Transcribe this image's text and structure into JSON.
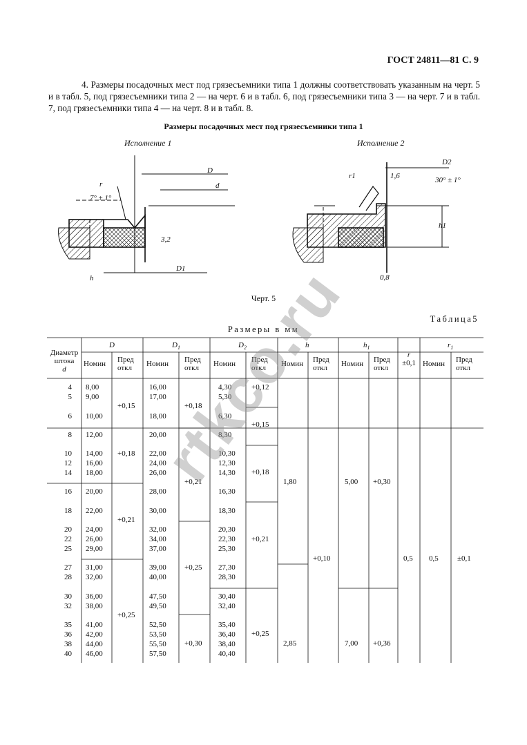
{
  "header": {
    "text": "ГОСТ 24811—81 С. 9"
  },
  "paragraph": "4. Размеры посадочных мест под грязесъемники типа 1 должны соответствовать указанным на черт. 5 и в табл. 5, под грязесъемники типа 2 — на черт. 6 и в табл. 6, под грязесъемники типа 3 — на черт. 7 и в табл. 7, под грязесъемники типа 4 — на черт. 8 и в табл. 8.",
  "figure": {
    "title": "Размеры посадочных мест под грязесъемники типа 1",
    "variant1": "Исполнение 1",
    "variant2": "Исполнение 2",
    "caption": "Черт. 5",
    "labels": {
      "D": "D",
      "d": "d",
      "r": "r",
      "angle1": "7° ± 1°",
      "D1": "D1",
      "h": "h",
      "D2": "D2",
      "r1": "r1",
      "angle2": "30° ± 1°",
      "h1": "h1",
      "rough32": "3,2",
      "rough16": "1,6",
      "rough08": "0,8"
    }
  },
  "table": {
    "name": "Таблица5",
    "units": "Размеры в мм",
    "headers": {
      "diam": [
        "Диаметр",
        "штока",
        "d"
      ],
      "D": "D",
      "D1": "D",
      "D1sub": "1",
      "D2": "D",
      "D2sub": "2",
      "h": "h",
      "h1": "h",
      "h1sub": "1",
      "r": "r",
      "r_tol": "±0,1",
      "r1": "r",
      "r1sub": "1",
      "nom": "Номин",
      "tol": [
        "Пред",
        "откл"
      ]
    },
    "rows": [
      {
        "d": "4",
        "D": "8,00",
        "D1": "16,00",
        "D2": "4,30"
      },
      {
        "d": "5",
        "D": "9,00",
        "D1": "17,00",
        "D2": "5,30"
      },
      {
        "d": "6",
        "D": "10,00",
        "D1": "18,00",
        "D2": "6,30"
      },
      {
        "d": "8",
        "D": "12,00",
        "D1": "20,00",
        "D2": "8,30"
      },
      {
        "d": "10",
        "D": "14,00",
        "D1": "22,00",
        "D2": "10,30"
      },
      {
        "d": "12",
        "D": "16,00",
        "D1": "24,00",
        "D2": "12,30"
      },
      {
        "d": "14",
        "D": "18,00",
        "D1": "26,00",
        "D2": "14,30"
      },
      {
        "d": "16",
        "D": "20,00",
        "D1": "28,00",
        "D2": "16,30"
      },
      {
        "d": "18",
        "D": "22,00",
        "D1": "30,00",
        "D2": "18,30"
      },
      {
        "d": "20",
        "D": "24,00",
        "D1": "32,00",
        "D2": "20,30"
      },
      {
        "d": "22",
        "D": "26,00",
        "D1": "34,00",
        "D2": "22,30"
      },
      {
        "d": "25",
        "D": "29,00",
        "D1": "37,00",
        "D2": "25,30"
      },
      {
        "d": "27",
        "D": "31,00",
        "D1": "39,00",
        "D2": "27,30"
      },
      {
        "d": "28",
        "D": "32,00",
        "D1": "40,00",
        "D2": "28,30"
      },
      {
        "d": "30",
        "D": "36,00",
        "D1": "47,50",
        "D2": "30,40"
      },
      {
        "d": "32",
        "D": "38,00",
        "D1": "49,50",
        "D2": "32,40"
      },
      {
        "d": "35",
        "D": "41,00",
        "D1": "52,50",
        "D2": "35,40"
      },
      {
        "d": "36",
        "D": "42,00",
        "D1": "53,50",
        "D2": "36,40"
      },
      {
        "d": "38",
        "D": "44,00",
        "D1": "55,50",
        "D2": "38,40"
      },
      {
        "d": "40",
        "D": "46,00",
        "D1": "57,50",
        "D2": "40,40"
      }
    ],
    "tolerances": {
      "D": [
        "+0,15",
        "+0,18",
        "+0,21",
        "+0,25"
      ],
      "D1": [
        "+0,18",
        "+0,21",
        "+0,25",
        "+0,30"
      ],
      "D2": [
        "+0,12",
        "+0,15",
        "+0,18",
        "+0,21",
        "+0,25"
      ],
      "h_nom": [
        "1,80",
        "2,85"
      ],
      "h_tol": "+0,10",
      "h1_nom": [
        "5,00",
        "7,00"
      ],
      "h1_tol": [
        "+0,30",
        "+0,36"
      ],
      "r": "0,5",
      "r1_nom": "0,5",
      "r1_tol": "±0,1"
    }
  },
  "watermark": "rtkco.ru"
}
